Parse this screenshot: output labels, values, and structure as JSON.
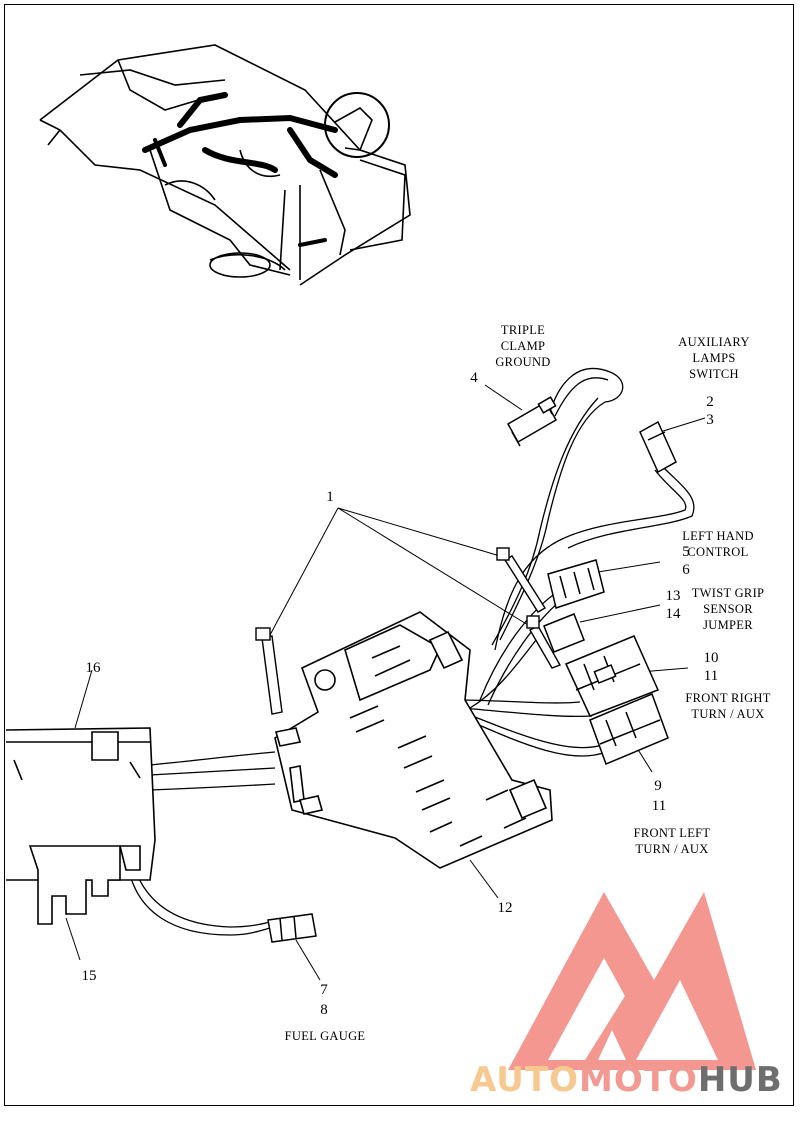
{
  "callouts": {
    "n1": "1",
    "n2": "2",
    "n3": "3",
    "n4": "4",
    "n5": "5",
    "n6": "6",
    "n7": "7",
    "n8": "8",
    "n9": "9",
    "n10": "10",
    "n11a": "11",
    "n11b": "11",
    "n12": "12",
    "n13": "13",
    "n14": "14",
    "n15": "15",
    "n16": "16"
  },
  "captions": {
    "triple_clamp_ground": "TRIPLE\nCLAMP\nGROUND",
    "auxiliary_lamps_switch": "AUXILIARY\nLAMPS\nSWITCH",
    "left_hand_control": "LEFT HAND\nCONTROL",
    "twist_grip_sensor_jumper": "TWIST GRIP\nSENSOR\nJUMPER",
    "front_right_turn_aux": "FRONT RIGHT\nTURN / AUX",
    "front_left_turn_aux": "FRONT LEFT\nTURN / AUX",
    "fuel_gauge": "FUEL GAUGE"
  },
  "watermark": {
    "part1": "AUTO",
    "part2": "MOTO",
    "part3": "HUB",
    "colors": {
      "auto": "#f7c88f",
      "moto": "#f29a92",
      "hub": "#6e6e6e",
      "logo": "#f28c84"
    }
  }
}
